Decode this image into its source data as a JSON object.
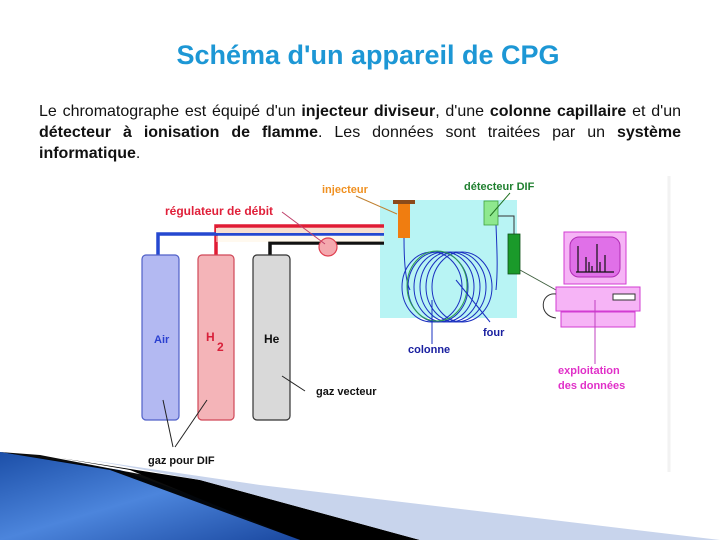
{
  "slide": {
    "title": "Schéma d'un appareil de CPG",
    "paragraph": {
      "t1": "Le chromatographe est équipé d'un ",
      "b1": "injecteur diviseur",
      "t2": ", d'une ",
      "b2": "colonne capillaire",
      "t3": " et d'un ",
      "b3": "détecteur à ionisation de flamme",
      "t4": ". Les données sont traitées par un ",
      "b4": "système informatique",
      "t5": "."
    }
  },
  "diagram": {
    "labels": {
      "injector": "injecteur",
      "flow_regulator": "régulateur de débit",
      "detector": "détecteur DIF",
      "column": "colonne",
      "oven": "four",
      "data_processing_1": "exploitation",
      "data_processing_2": "des données",
      "carrier_gas": "gaz vecteur",
      "fid_gas": "gaz pour DIF"
    },
    "cylinders": [
      {
        "label": "Air",
        "color": "#b3b9f2",
        "text_color": "#2a3fd0"
      },
      {
        "label": "H",
        "subscript": "2",
        "color": "#f4b4b8",
        "text_color": "#d8203a"
      },
      {
        "label": "He",
        "color": "#d9d9d9",
        "text_color": "#111111"
      }
    ],
    "colors": {
      "oven_bg": "#b8f4f4",
      "injector": "#f07d10",
      "detector": "#8ee88e",
      "amplifier": "#1a9a2a",
      "computer": "#f2a0f2",
      "computer_border": "#d23cd2",
      "air_line": "#2548d0",
      "h2_line": "#e01c34",
      "he_line": "#111111"
    }
  }
}
